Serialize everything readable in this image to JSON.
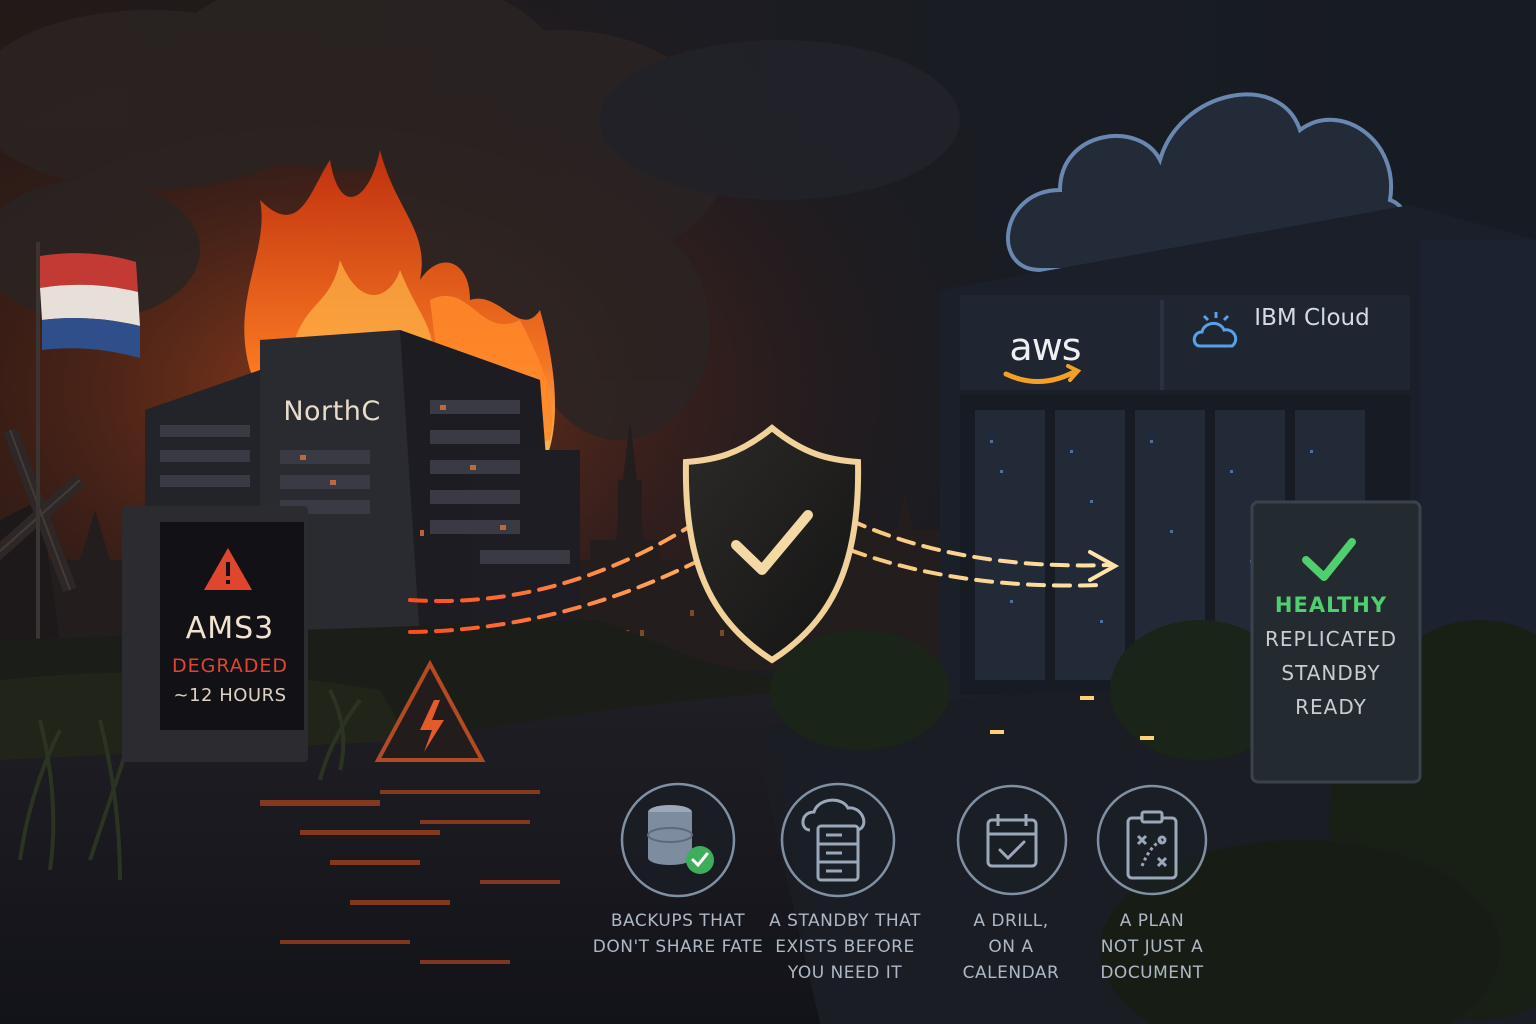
{
  "building_left": {
    "name": "NorthC"
  },
  "status_left": {
    "region": "AMS3",
    "state": "DEGRADED",
    "duration": "~12 HOURS"
  },
  "providers": {
    "aws": "aws",
    "ibm": "IBM Cloud"
  },
  "status_right": {
    "state": "HEALTHY",
    "lines": [
      "REPLICATED",
      "STANDBY",
      "READY"
    ]
  },
  "features": [
    {
      "icon": "database-check-icon",
      "lines": [
        "BACKUPS THAT",
        "DON'T SHARE FATE"
      ]
    },
    {
      "icon": "cloud-server-icon",
      "lines": [
        "A STANDBY THAT",
        "EXISTS BEFORE",
        "YOU NEED IT"
      ]
    },
    {
      "icon": "calendar-check-icon",
      "lines": [
        "A DRILL,",
        "ON A",
        "CALENDAR"
      ]
    },
    {
      "icon": "clipboard-plan-icon",
      "lines": [
        "A PLAN",
        "NOT JUST A",
        "DOCUMENT"
      ]
    }
  ],
  "colors": {
    "fire": "#ff6a1f",
    "degraded": "#e2452e",
    "healthy": "#4fcf70",
    "shield_outline": "#f0d29a",
    "aws_smile": "#f4a024",
    "ibm_blue": "#5aa0e6"
  }
}
